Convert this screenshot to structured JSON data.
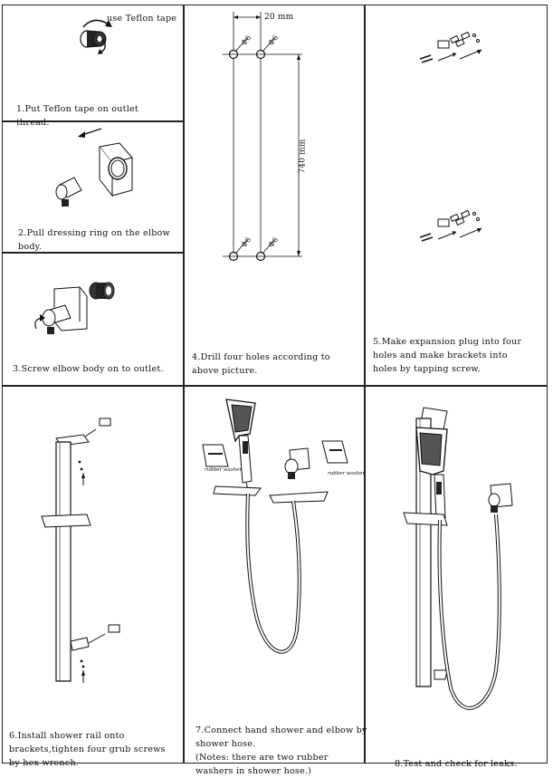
{
  "steps": [
    {
      "number": "1.",
      "text": "Put Teflon tape on outlet\nthread."
    },
    {
      "number": "2.",
      "text": "Pull dressing ring on the elbow\nbody."
    },
    {
      "number": "3.",
      "text": "Screw elbow body on to outlet."
    },
    {
      "number": "4.",
      "text": "Drill four holes according to\nabove picture."
    },
    {
      "number": "5.",
      "text": "Make expansion plug into four\nholes and make brackets into\nholes by tapping screw."
    },
    {
      "number": "6.",
      "text": "Install shower rail onto\nbrackets,tighten four grub screws\nby hex wrench."
    },
    {
      "number": "7.",
      "text": "Connect hand shower and elbow by\nshower hose.\n(Notes: there are two rubber\nwashers in shower hose.)"
    },
    {
      "number": "8.",
      "text": "Test and check for leaks."
    }
  ],
  "labels": {
    "teflon": "use Teflon tape",
    "spacing": "20 mm",
    "height": "740 mm",
    "hole_diameter": "Φ6",
    "rubber_washer": "rubber washer"
  }
}
